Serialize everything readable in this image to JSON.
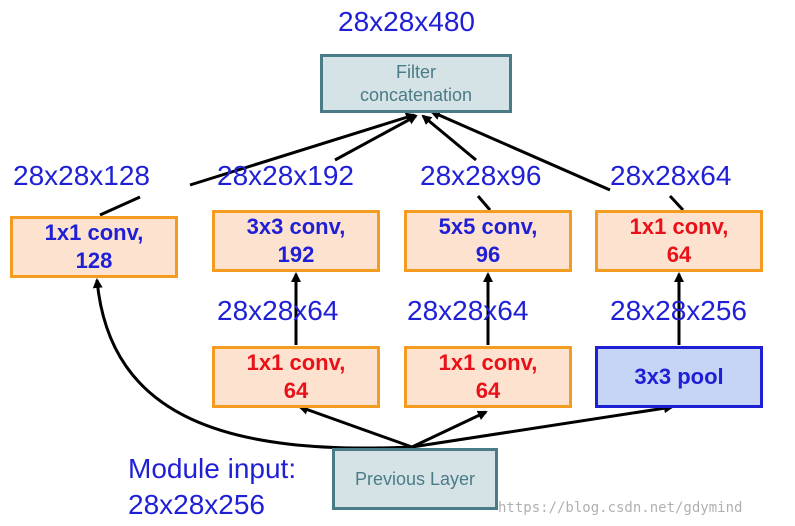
{
  "output_dim": "28x28x480",
  "concat": {
    "line1": "Filter",
    "line2": "concatenation"
  },
  "branches": [
    {
      "out_dim": "28x28x128",
      "conv": {
        "line1": "1x1 conv,",
        "line2": "128"
      }
    },
    {
      "out_dim": "28x28x192",
      "conv": {
        "line1": "3x3 conv,",
        "line2": "192"
      },
      "mid_dim": "28x28x64",
      "reduce": {
        "line1": "1x1 conv,",
        "line2": "64"
      }
    },
    {
      "out_dim": "28x28x96",
      "conv": {
        "line1": "5x5 conv,",
        "line2": "96"
      },
      "mid_dim": "28x28x64",
      "reduce": {
        "line1": "1x1 conv,",
        "line2": "64"
      }
    },
    {
      "out_dim": "28x28x64",
      "conv": {
        "line1": "1x1 conv,",
        "line2": "64"
      },
      "mid_dim": "28x28x256",
      "pool": "3x3 pool"
    }
  ],
  "previous_layer": "Previous Layer",
  "module_input": {
    "label": "Module input:",
    "dim": "28x28x256"
  },
  "watermark": "https://blog.csdn.net/gdymind",
  "colors": {
    "dim_text": "#1f1fd6",
    "red_text": "#e8111a",
    "conv_fill": "#fde3cf",
    "conv_border": "#f39c1f",
    "gray_fill": "#d6e3e6",
    "gray_border": "#4a7c87",
    "pool_fill": "#c6d4f6"
  }
}
